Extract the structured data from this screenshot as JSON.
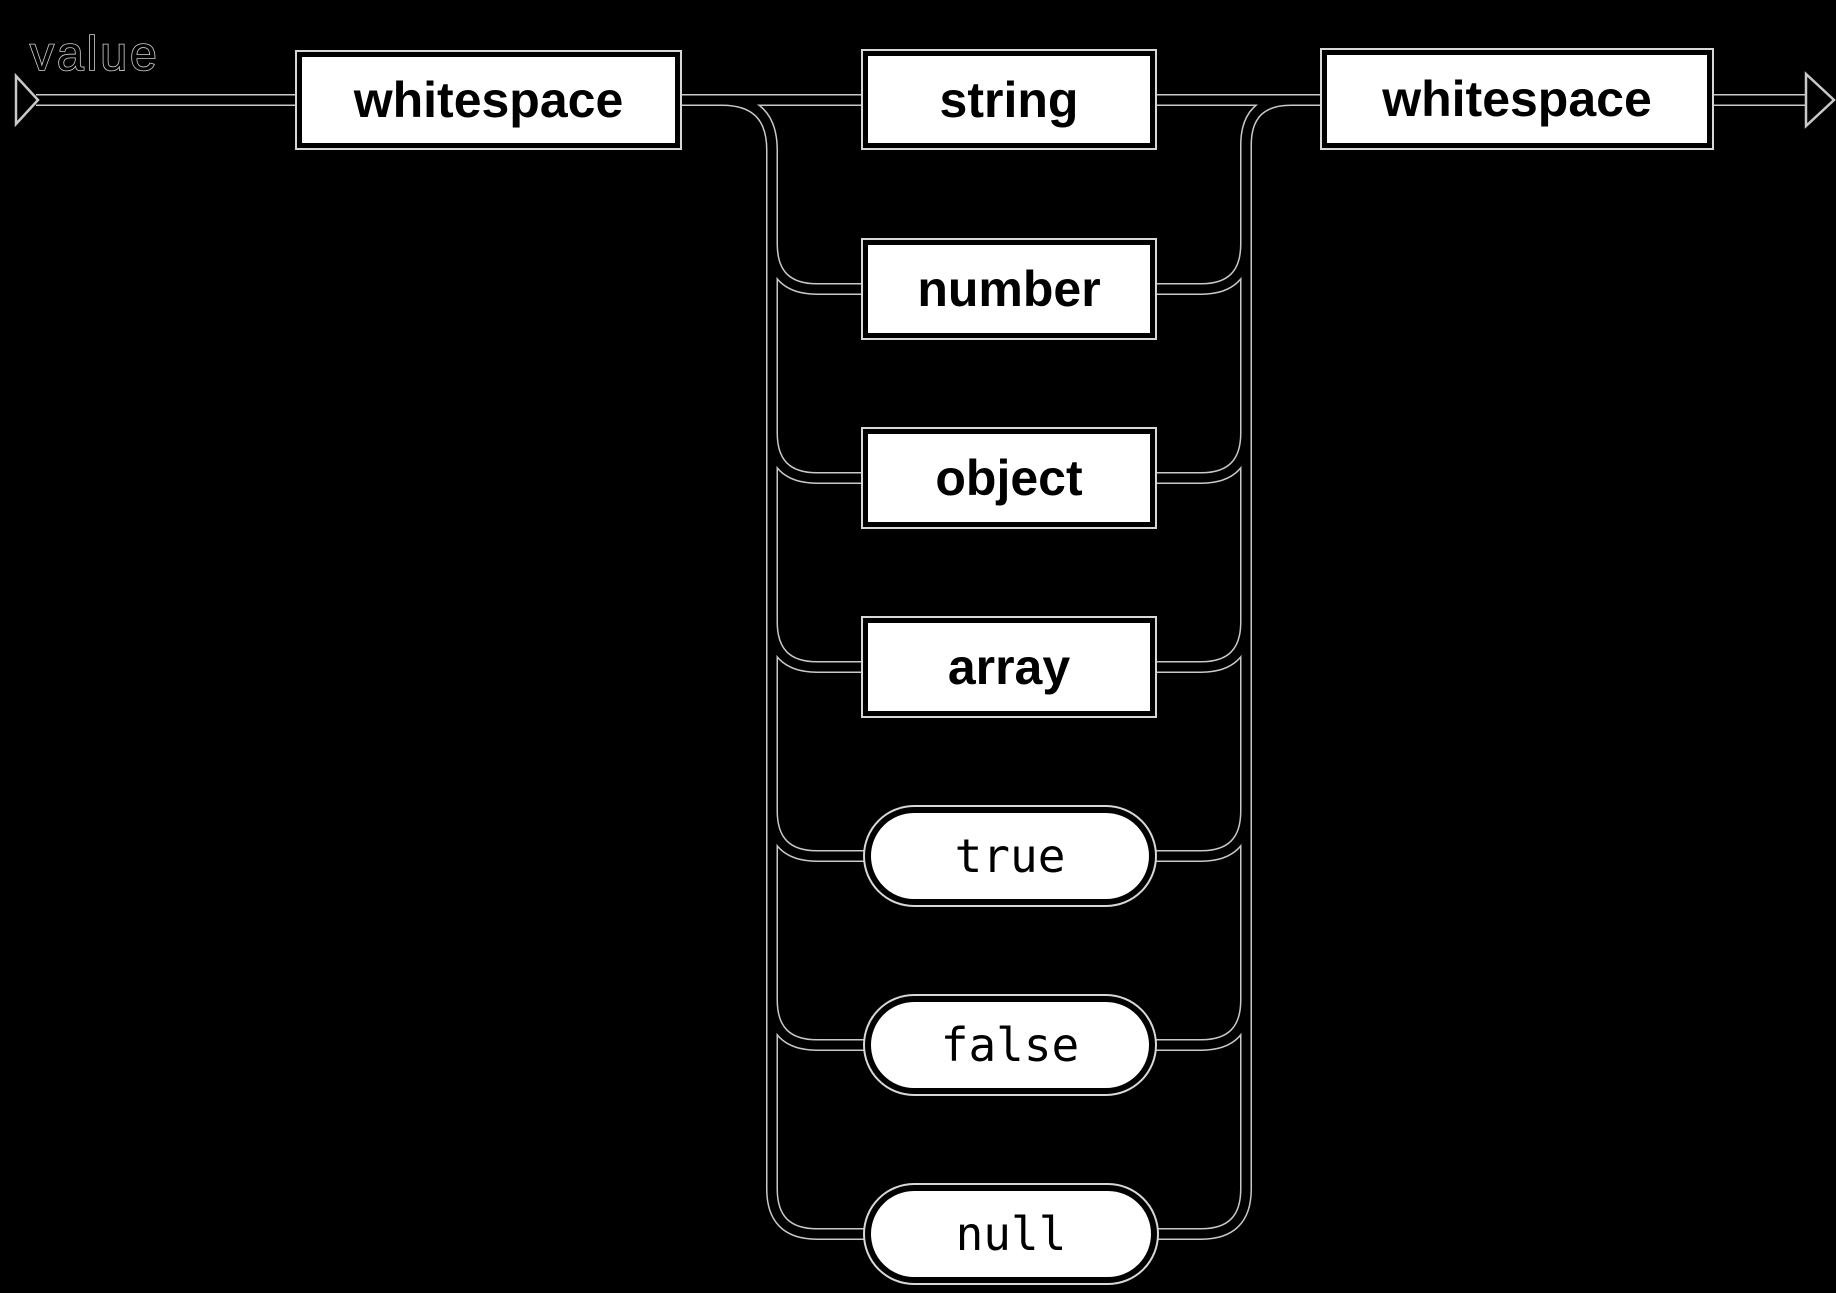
{
  "diagram": {
    "title": "value",
    "type": "railroad-syntax-diagram",
    "colors": {
      "background": "#000000",
      "node_fill": "#ffffff",
      "node_border": "#000000",
      "node_text": "#000000",
      "rail_casing": "#c9c9c9",
      "rail_core": "#000000"
    },
    "pre": {
      "label": "whitespace",
      "type": "non-terminal"
    },
    "post": {
      "label": "whitespace",
      "type": "non-terminal"
    },
    "branches": [
      {
        "label": "string",
        "type": "non-terminal"
      },
      {
        "label": "number",
        "type": "non-terminal"
      },
      {
        "label": "object",
        "type": "non-terminal"
      },
      {
        "label": "array",
        "type": "non-terminal"
      },
      {
        "label": "true",
        "type": "terminal"
      },
      {
        "label": "false",
        "type": "terminal"
      },
      {
        "label": "null",
        "type": "terminal"
      }
    ]
  }
}
